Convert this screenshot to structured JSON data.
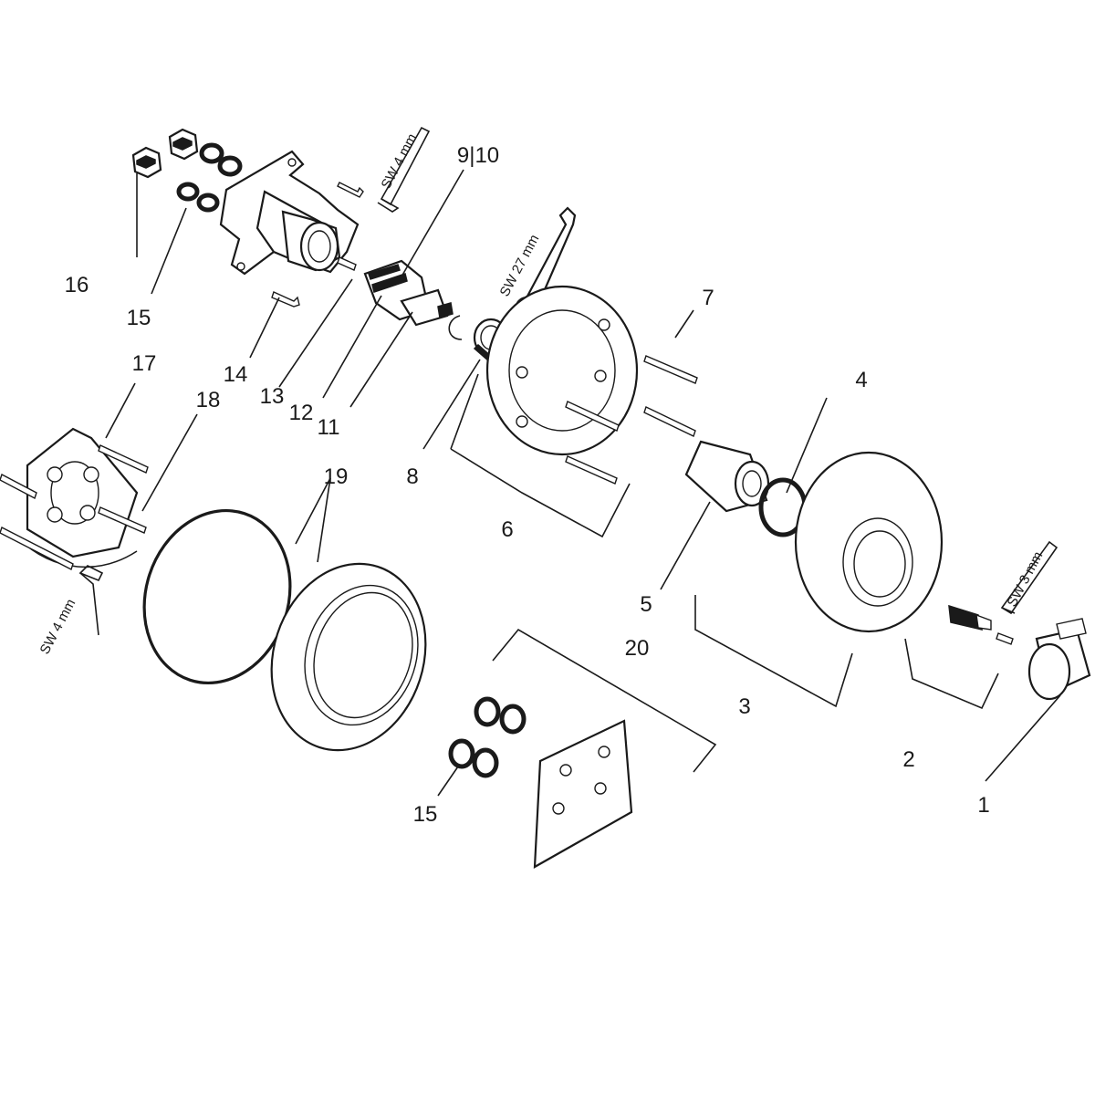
{
  "part_labels": {
    "p1": "1",
    "p2": "2",
    "p3": "3",
    "p4": "4",
    "p5": "5",
    "p6": "6",
    "p7": "7",
    "p8": "8",
    "p9_10": "9|10",
    "p11": "11",
    "p12": "12",
    "p13": "13",
    "p14": "14",
    "p15_top": "15",
    "p15_bottom": "15",
    "p16": "16",
    "p17": "17",
    "p18": "18",
    "p19": "19",
    "p20": "20"
  },
  "tool_labels": {
    "sw4_top": "SW 4 mm",
    "sw27": "SW 27 mm",
    "sw4_left": "SW 4 mm",
    "sw3": "SW 3 mm"
  }
}
